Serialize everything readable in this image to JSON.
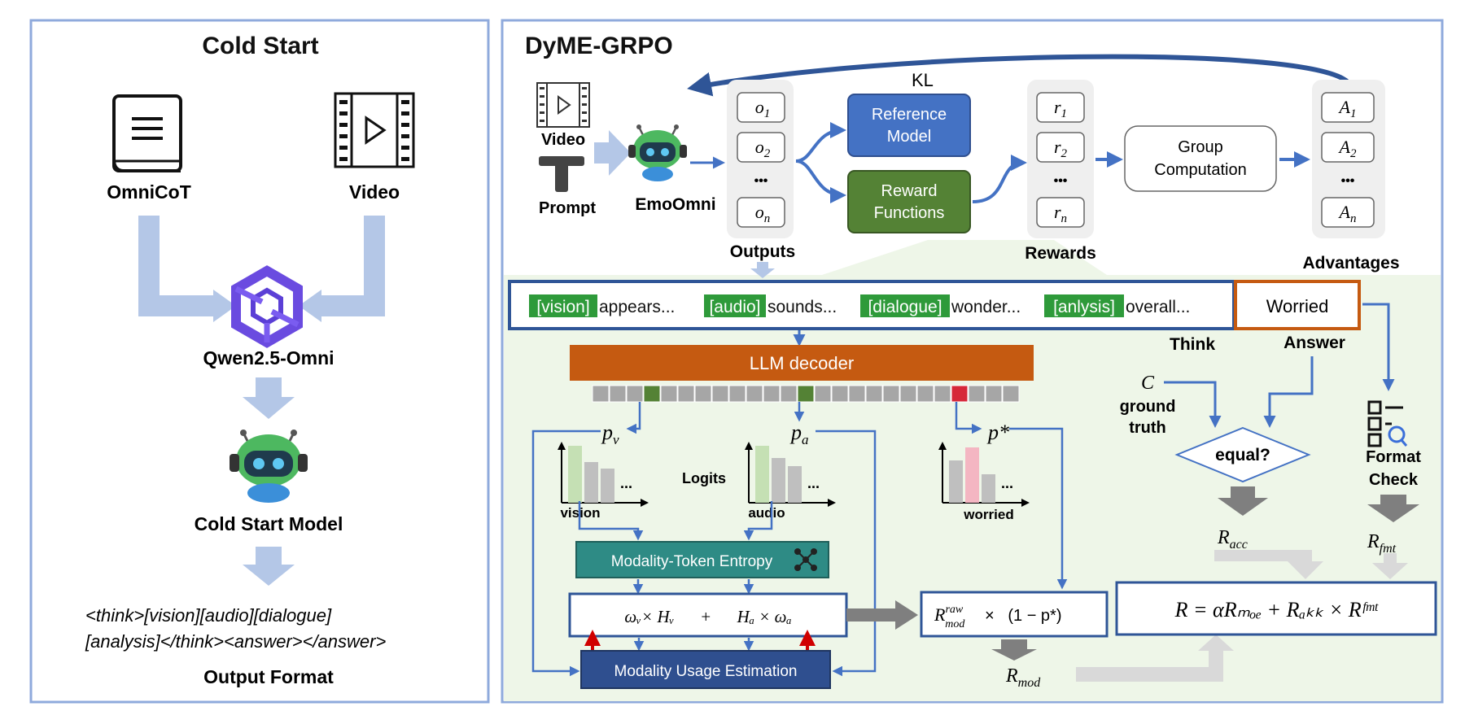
{
  "cold_start": {
    "title": "Cold Start",
    "omnicot_label": "OmniCoT",
    "video_label": "Video",
    "qwen_label": "Qwen2.5-Omni",
    "model_label": "Cold Start Model",
    "format_line1": "<think>[vision][audio][dialogue]",
    "format_line2": "[analysis]</think><answer></answer>",
    "format_caption": "Output Format"
  },
  "dyme": {
    "title": "DyME-GRPO",
    "kl_label": "KL",
    "video_label": "Video",
    "prompt_label": "Prompt",
    "emo_label": "EmoOmni",
    "outputs": [
      "o",
      "o",
      "o"
    ],
    "outputs_sub": [
      "1",
      "2",
      "n"
    ],
    "outputs_caption": "Outputs",
    "ellipsis": "•••",
    "ref_model_line1": "Reference",
    "ref_model_line2": "Model",
    "reward_fn_line1": "Reward",
    "reward_fn_line2": "Functions",
    "rewards": [
      "r",
      "r",
      "r"
    ],
    "rewards_sub": [
      "1",
      "2",
      "n"
    ],
    "rewards_caption": "Rewards",
    "group_line1": "Group",
    "group_line2": "Computation",
    "advantages": [
      "A",
      "A",
      "A"
    ],
    "advantages_sub": [
      "1",
      "2",
      "n"
    ],
    "advantages_caption": "Advantages"
  },
  "think_bar": {
    "tag_vision": "[vision]",
    "text_vision": " appears...",
    "tag_audio": "[audio]",
    "text_audio": " sounds...",
    "tag_dialogue": "[dialogue]",
    "text_dialogue": " wonder...",
    "tag_analysis": "[anlysis]",
    "text_analysis": " overall...",
    "answer": "Worried",
    "think_label": "Think",
    "answer_label": "Answer"
  },
  "decoder": {
    "label": "LLM decoder",
    "p_v": "p",
    "p_v_sub": "v",
    "p_a": "p",
    "p_a_sub": "a",
    "p_star": "p*",
    "logits_label": "Logits",
    "vision_label": "vision",
    "audio_label": "audio",
    "worried_label": "worried",
    "bar_ellipsis": "..."
  },
  "entropy": {
    "label": "Modality-Token Entropy",
    "formula": "ωᵥ× Hᵥ      +      Hₐ × ωₐ",
    "usage_label": "Modality Usage Estimation"
  },
  "reward_calc": {
    "raw_formula_left": "R",
    "raw_sup": "raw",
    "raw_sub": "mod",
    "raw_formula_right": "×   (1 − p*)",
    "r_mod": "R",
    "r_mod_sub": "mod",
    "c_label": "C",
    "gt_line1": "ground",
    "gt_line2": "truth",
    "equal_label": "equal?",
    "r_acc": "R",
    "r_acc_sub": "acc",
    "format_check_line1": "Format",
    "format_check_line2": "Check",
    "r_fmt": "R",
    "r_fmt_sub": "fmt",
    "final_formula": "R = αRₘₒₑ + Rₐₖₖ × Rᶠᵐᵗ"
  },
  "colors": {
    "panel_border": "#8faadc",
    "light_arrow": "#b4c7e7",
    "blue": "#4472c4",
    "dark_blue": "#2f5597",
    "ref_model": "#4472c4",
    "reward_fn": "#548235",
    "green_tag": "#2e9a3a",
    "orange": "#c55a11",
    "teal": "#2e8b85",
    "navy": "#2f4f8f",
    "light_green_bg": "#eef6e8",
    "grey_box": "#f0f0f0"
  }
}
